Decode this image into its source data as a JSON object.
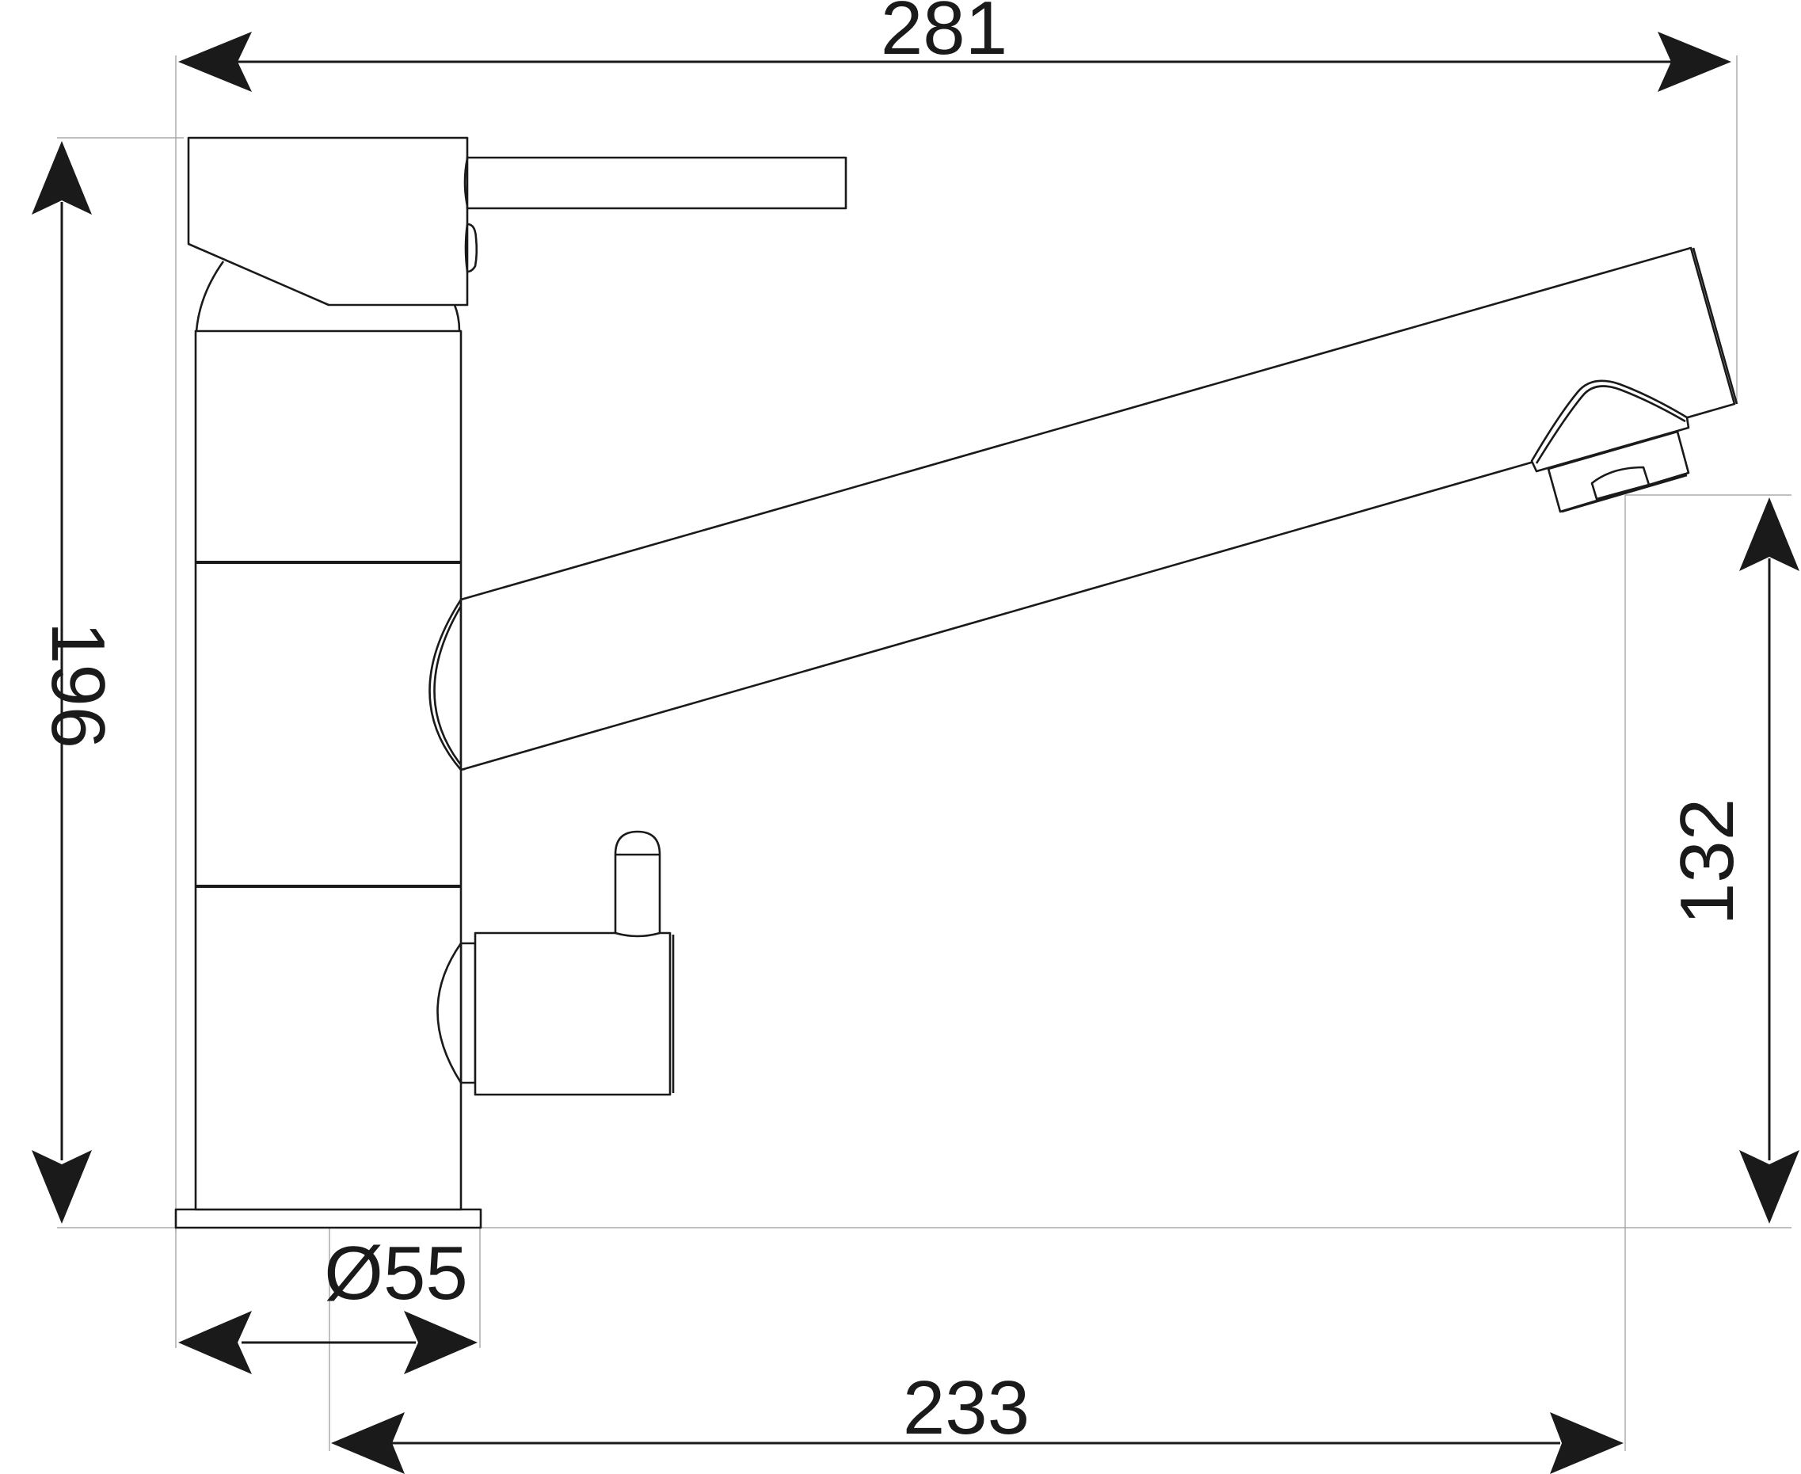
{
  "dimensions": {
    "overall_length": "281",
    "overall_height": "196",
    "spout_height": "132",
    "spout_reach": "233",
    "base_diameter": "Ø55"
  }
}
